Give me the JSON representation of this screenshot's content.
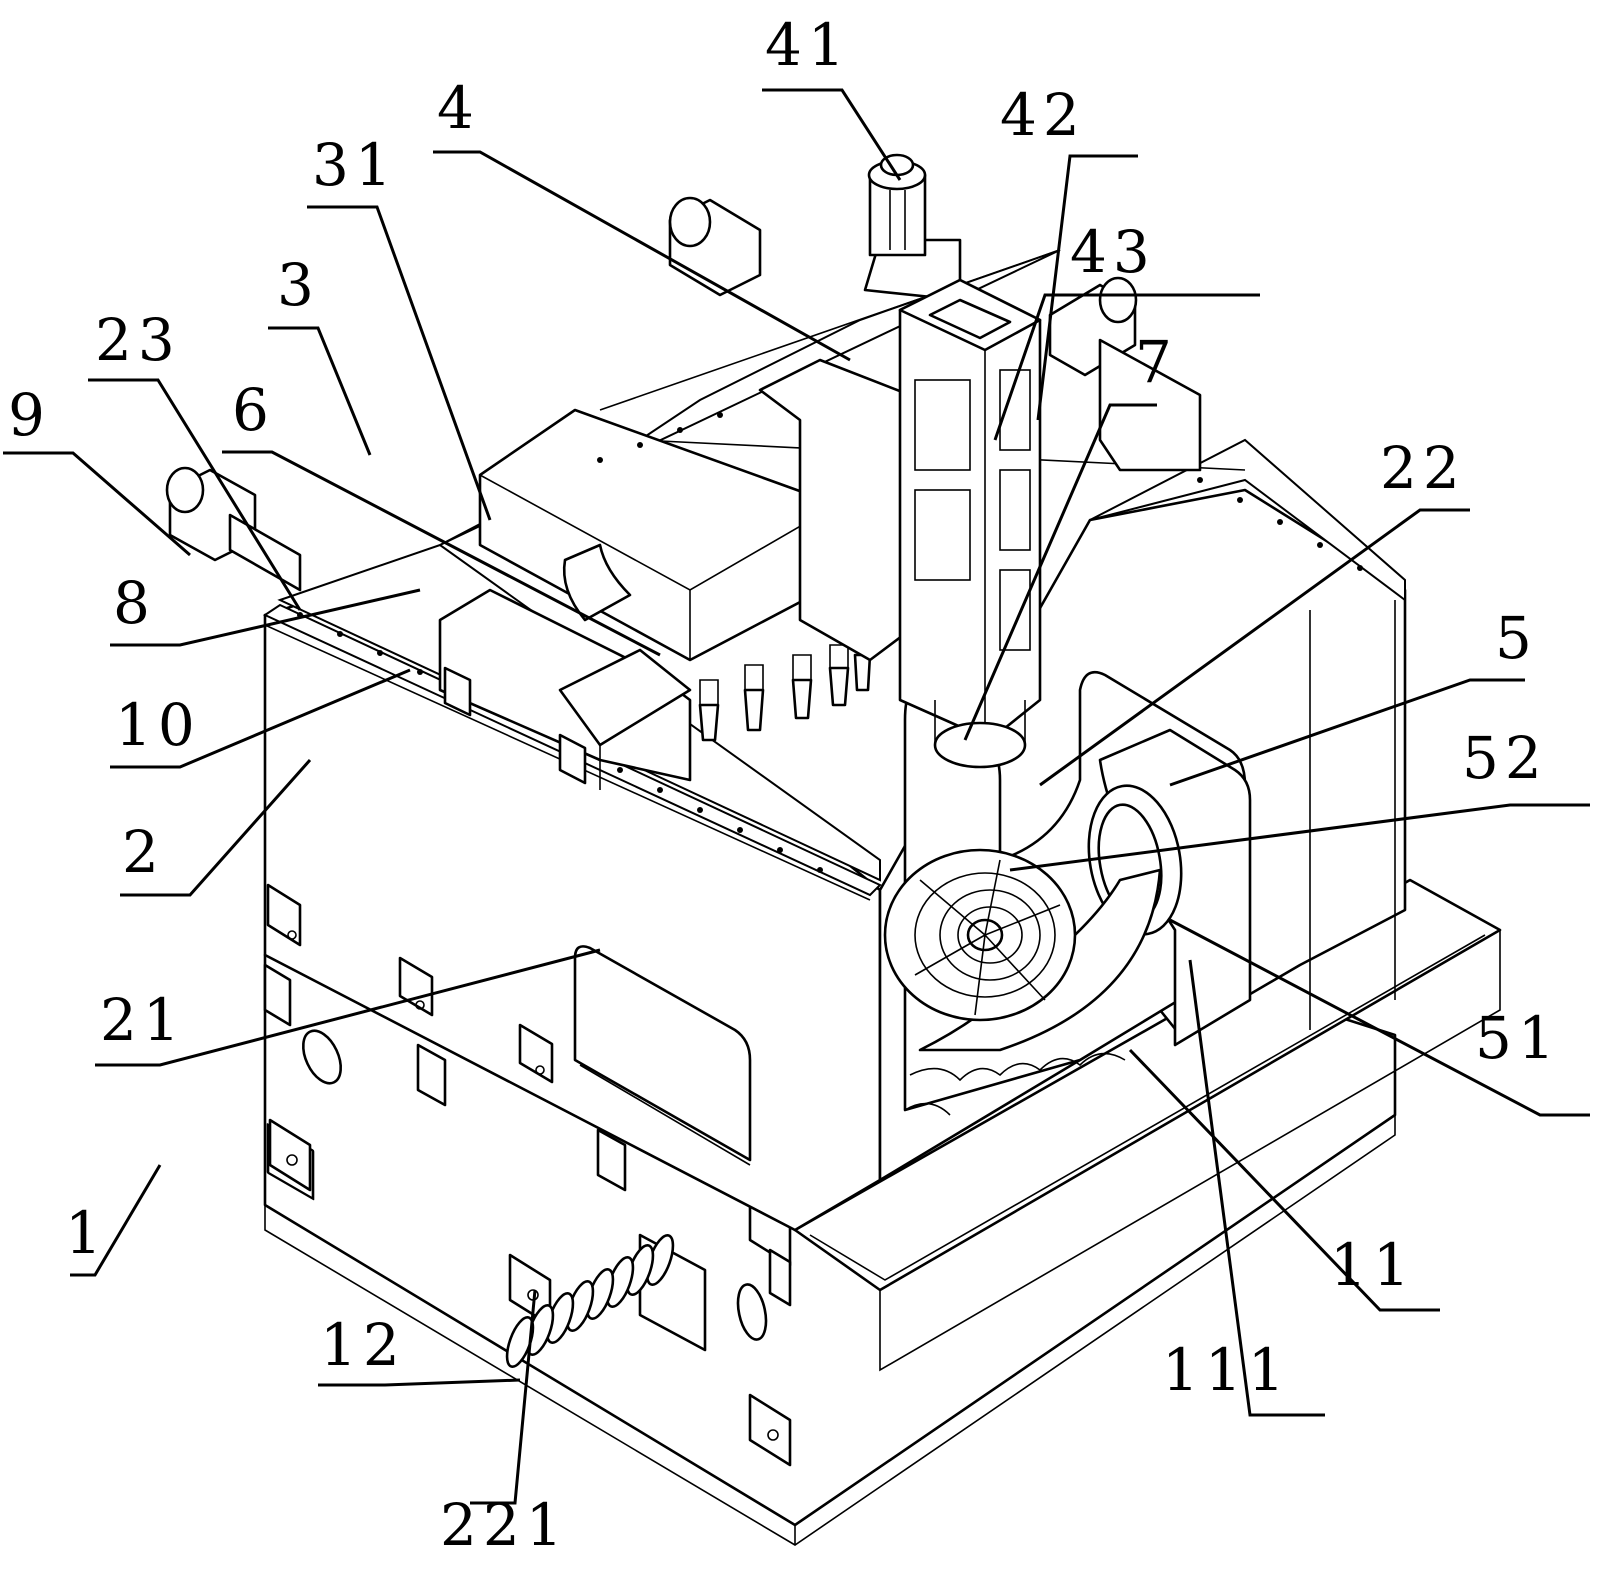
{
  "figure": {
    "title": "Machine tool perspective view (patent drawing)",
    "background": "#ffffff",
    "ink": "#000000"
  },
  "labels": [
    {
      "id": "1",
      "text": "1",
      "part": "base"
    },
    {
      "id": "2",
      "text": "2",
      "part": "column-left"
    },
    {
      "id": "3",
      "text": "3",
      "part": "saddle"
    },
    {
      "id": "4",
      "text": "4",
      "part": "spindle-head-carriage"
    },
    {
      "id": "5",
      "text": "5",
      "part": "rotary-table-housing"
    },
    {
      "id": "6",
      "text": "6",
      "part": "tool-magazine"
    },
    {
      "id": "7",
      "text": "7",
      "part": "rail"
    },
    {
      "id": "8",
      "text": "8",
      "part": "ball-screw"
    },
    {
      "id": "9",
      "text": "9",
      "part": "guide-rail"
    },
    {
      "id": "10",
      "text": "10",
      "part": "servo-motor"
    },
    {
      "id": "11",
      "text": "11",
      "part": "chip-tray"
    },
    {
      "id": "12",
      "text": "12",
      "part": "chip-conveyor-screw"
    },
    {
      "id": "21",
      "text": "21",
      "part": "column-opening"
    },
    {
      "id": "22",
      "text": "22",
      "part": "column-right"
    },
    {
      "id": "23",
      "text": "23",
      "part": "motor-mount"
    },
    {
      "id": "31",
      "text": "31",
      "part": "saddle-rail"
    },
    {
      "id": "41",
      "text": "41",
      "part": "z-axis-motor"
    },
    {
      "id": "42",
      "text": "42",
      "part": "ram"
    },
    {
      "id": "43",
      "text": "43",
      "part": "y-axis-motor"
    },
    {
      "id": "51",
      "text": "51",
      "part": "turntable"
    },
    {
      "id": "52",
      "text": "52",
      "part": "trunnion"
    },
    {
      "id": "111",
      "text": "111",
      "part": "chip-outlet"
    },
    {
      "id": "221",
      "text": "221",
      "part": "column-arch"
    }
  ]
}
